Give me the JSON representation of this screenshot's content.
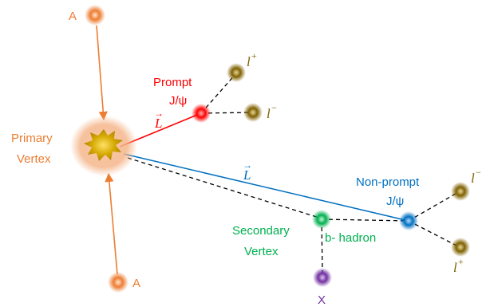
{
  "labels": {
    "nucleus_top": "A",
    "nucleus_bottom": "A",
    "primary_vertex_line1": "Primary",
    "primary_vertex_line2": "Vertex",
    "prompt_line1": "Prompt",
    "prompt_line2": "J/ψ",
    "L_vector_prompt": "L",
    "L_vector_nonprompt": "L",
    "vector_arrow": "→",
    "nonprompt_line1": "Non-prompt",
    "nonprompt_line2": "J/ψ",
    "secondary_vertex_line1": "Secondary",
    "secondary_vertex_line2": "Vertex",
    "b_hadron": "b- hadron",
    "x_particle": "X",
    "lepton_symbol": "l",
    "plus": "+",
    "minus": "−"
  },
  "colors": {
    "nucleus": "#ed7d31",
    "beam_arrow": "#ed7d31",
    "primary_vertex_core": "#c9a400",
    "primary_vertex_glow": "#f4b183",
    "prompt": "#ff0000",
    "nonprompt": "#0070c0",
    "secondary": "#00b050",
    "x_particle": "#7030a0",
    "lepton": "#7f6000",
    "dashed_line": "#000000"
  }
}
